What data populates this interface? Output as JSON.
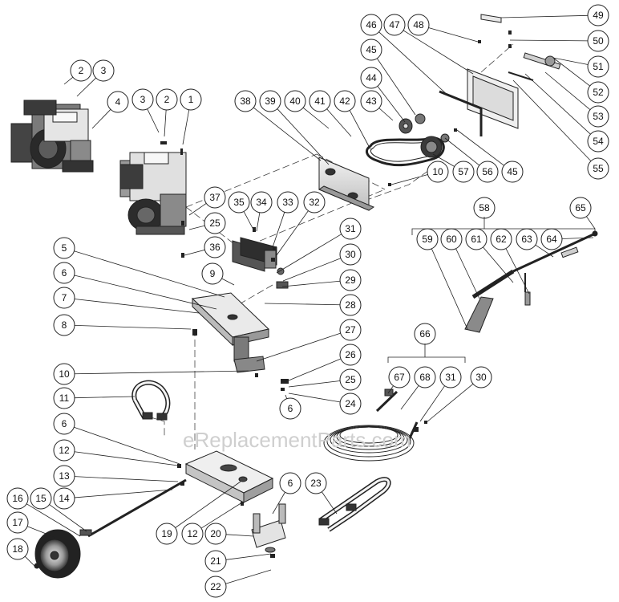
{
  "watermark": "eReplacementParts.com",
  "callouts": [
    {
      "id": "c1",
      "label": "2"
    },
    {
      "id": "c2",
      "label": "3"
    },
    {
      "id": "c3",
      "label": "4"
    },
    {
      "id": "c4",
      "label": "3"
    },
    {
      "id": "c5",
      "label": "2"
    },
    {
      "id": "c6",
      "label": "1"
    },
    {
      "id": "c7",
      "label": "38"
    },
    {
      "id": "c8",
      "label": "39"
    },
    {
      "id": "c9",
      "label": "40"
    },
    {
      "id": "c10",
      "label": "41"
    },
    {
      "id": "c11",
      "label": "42"
    },
    {
      "id": "c12",
      "label": "43"
    },
    {
      "id": "c13",
      "label": "44"
    },
    {
      "id": "c14",
      "label": "45"
    },
    {
      "id": "c15",
      "label": "46"
    },
    {
      "id": "c16",
      "label": "47"
    },
    {
      "id": "c17",
      "label": "48"
    },
    {
      "id": "c18",
      "label": "49"
    },
    {
      "id": "c19",
      "label": "50"
    },
    {
      "id": "c20",
      "label": "51"
    },
    {
      "id": "c21",
      "label": "52"
    },
    {
      "id": "c22",
      "label": "53"
    },
    {
      "id": "c23",
      "label": "54"
    },
    {
      "id": "c24",
      "label": "55"
    },
    {
      "id": "c25",
      "label": "45"
    },
    {
      "id": "c26",
      "label": "56"
    },
    {
      "id": "c27",
      "label": "57"
    },
    {
      "id": "c28",
      "label": "10"
    },
    {
      "id": "c29",
      "label": "37"
    },
    {
      "id": "c30",
      "label": "25"
    },
    {
      "id": "c31",
      "label": "36"
    },
    {
      "id": "c32",
      "label": "35"
    },
    {
      "id": "c33",
      "label": "34"
    },
    {
      "id": "c34",
      "label": "33"
    },
    {
      "id": "c35",
      "label": "32"
    },
    {
      "id": "c36",
      "label": "31"
    },
    {
      "id": "c37",
      "label": "30"
    },
    {
      "id": "c38",
      "label": "29"
    },
    {
      "id": "c39",
      "label": "28"
    },
    {
      "id": "c40",
      "label": "9"
    },
    {
      "id": "c41",
      "label": "5"
    },
    {
      "id": "c42",
      "label": "6"
    },
    {
      "id": "c43",
      "label": "7"
    },
    {
      "id": "c44",
      "label": "8"
    },
    {
      "id": "c45",
      "label": "27"
    },
    {
      "id": "c46",
      "label": "26"
    },
    {
      "id": "c47",
      "label": "25"
    },
    {
      "id": "c48",
      "label": "24"
    },
    {
      "id": "c49",
      "label": "6"
    },
    {
      "id": "c50",
      "label": "10"
    },
    {
      "id": "c51",
      "label": "11"
    },
    {
      "id": "c52",
      "label": "6"
    },
    {
      "id": "c53",
      "label": "12"
    },
    {
      "id": "c54",
      "label": "13"
    },
    {
      "id": "c55",
      "label": "14"
    },
    {
      "id": "c56",
      "label": "15"
    },
    {
      "id": "c57",
      "label": "16"
    },
    {
      "id": "c58",
      "label": "17"
    },
    {
      "id": "c59",
      "label": "18"
    },
    {
      "id": "c60",
      "label": "19"
    },
    {
      "id": "c61",
      "label": "12"
    },
    {
      "id": "c62",
      "label": "20"
    },
    {
      "id": "c63",
      "label": "21"
    },
    {
      "id": "c64",
      "label": "22"
    },
    {
      "id": "c65",
      "label": "6"
    },
    {
      "id": "c66",
      "label": "23"
    },
    {
      "id": "c67",
      "label": "58"
    },
    {
      "id": "c68",
      "label": "65"
    },
    {
      "id": "c69",
      "label": "59"
    },
    {
      "id": "c70",
      "label": "60"
    },
    {
      "id": "c71",
      "label": "61"
    },
    {
      "id": "c72",
      "label": "62"
    },
    {
      "id": "c73",
      "label": "63"
    },
    {
      "id": "c74",
      "label": "64"
    },
    {
      "id": "c75",
      "label": "66"
    },
    {
      "id": "c76",
      "label": "67"
    },
    {
      "id": "c77",
      "label": "68"
    },
    {
      "id": "c78",
      "label": "31"
    },
    {
      "id": "c79",
      "label": "30"
    }
  ]
}
